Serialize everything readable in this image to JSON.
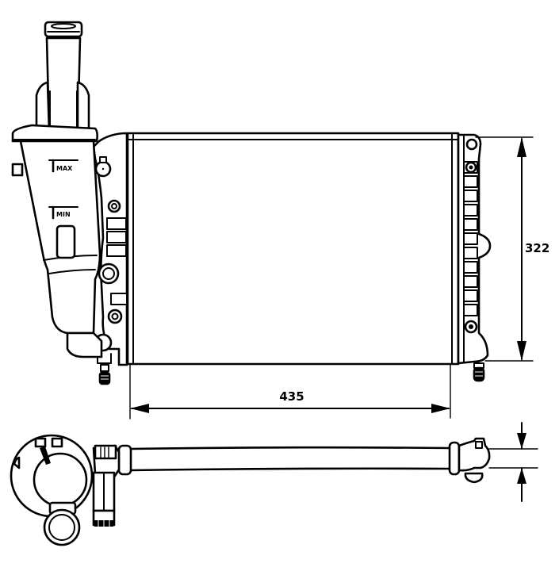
{
  "drawing": {
    "type": "technical-line-drawing",
    "subject": "radiator with expansion tank",
    "colors": {
      "line": "#000000",
      "background": "#ffffff"
    }
  },
  "front_view": {
    "tank_labels": {
      "max": "MAX",
      "min": "MIN"
    },
    "dimensions": {
      "width": {
        "value": "435",
        "orientation": "horizontal"
      },
      "height": {
        "value": "322",
        "orientation": "vertical"
      }
    }
  },
  "top_view": {
    "dimension_arrows": "thickness indicator (no value shown)"
  }
}
